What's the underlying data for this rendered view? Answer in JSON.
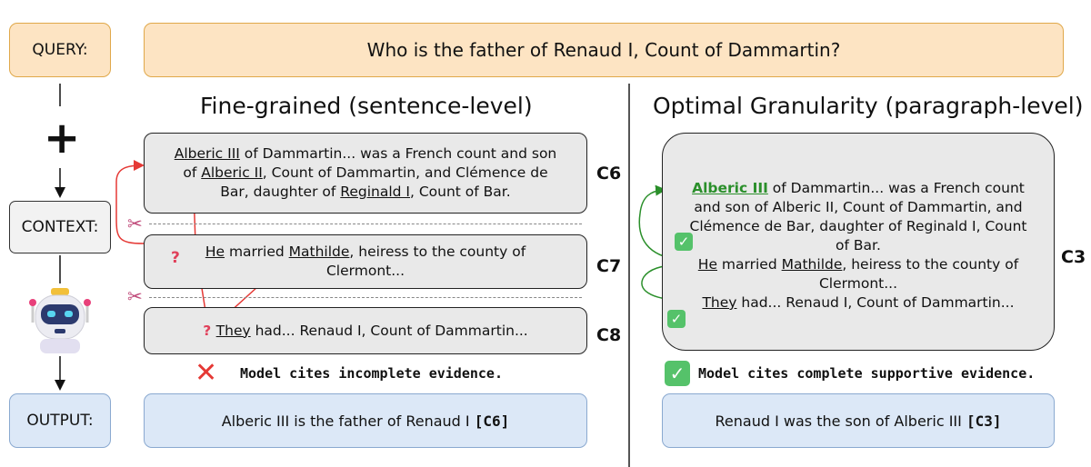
{
  "left_column": {
    "query_label": "QUERY:",
    "plus": "+",
    "context_label": "CONTEXT:",
    "output_label": "OUTPUT:"
  },
  "query": "Who is the father of Renaud I, Count of Dammartin?",
  "fine": {
    "heading": "Fine-grained (sentence-level)",
    "c6": {
      "id": "C6",
      "w1": "Alberic III",
      "t1": " of Dammartin... was a French count and son",
      "t2": "of ",
      "w2": "Alberic II",
      "t3": ", Count of Dammartin, and Clémence de",
      "t4": "Bar, daughter of ",
      "w3": "Reginald I",
      "t5": ", Count of Bar."
    },
    "c7": {
      "id": "C7",
      "w1": "He",
      "t1": " married ",
      "w2": "Mathilde",
      "t2": ", heiress to the county of",
      "t3": "Clermont..."
    },
    "c8": {
      "id": "C8",
      "w1": "They",
      "t1": " had... Renaud I, Count of Dammartin..."
    },
    "verdict": "Model cites incomplete evidence.",
    "output_text": "Alberic III is the father of Renaud I ",
    "output_cite": "[C6]"
  },
  "optimal": {
    "heading": "Optimal Granularity (paragraph-level)",
    "c3": {
      "id": "C3",
      "w1": "Alberic III",
      "t1": " of Dammartin... was a French count",
      "t2": "and son of Alberic II, Count of Dammartin, and",
      "t3": "Clémence de Bar, daughter of Reginald I, Count",
      "t4": "of Bar.",
      "w2": "He",
      "t5": " married ",
      "w3": "Mathilde",
      "t6": ", heiress to the county of",
      "t7": "Clermont...",
      "w4": "They",
      "t8": " had... Renaud I, Count of Dammartin..."
    },
    "verdict": "Model cites complete supportive evidence.",
    "output_text": "Renaud I was the son of Alberic III ",
    "output_cite": "[C3]"
  },
  "colors": {
    "query_fill": "#fde4c3",
    "output_fill": "#dce8f7",
    "wrong_arrow": "#e53935",
    "right_arrow": "#2a8f2a",
    "check": "#55c26a"
  },
  "icons": [
    "scissors-icon",
    "robot-icon",
    "cross-icon",
    "check-icon",
    "question-icon"
  ]
}
